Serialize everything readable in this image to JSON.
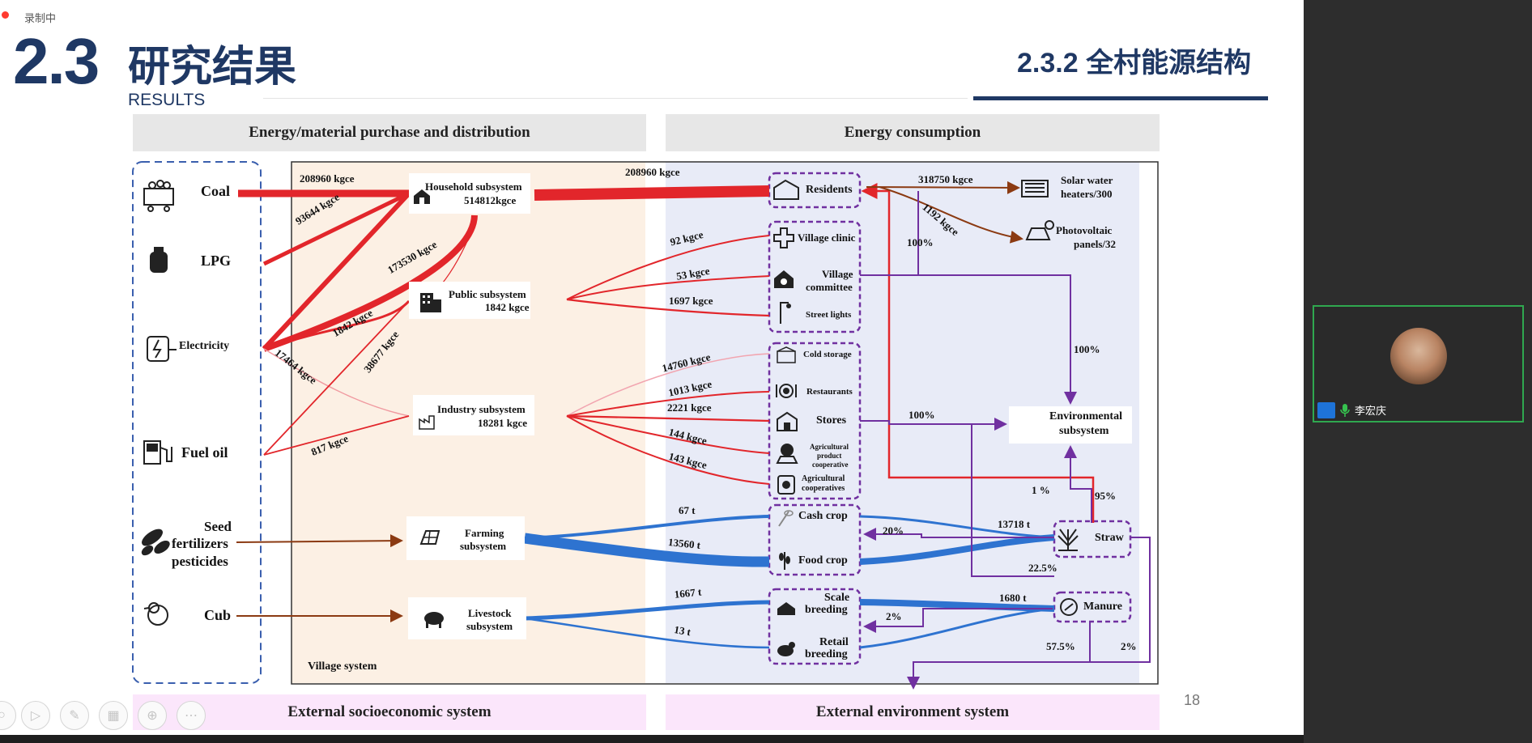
{
  "recorder": {
    "label": "录制中"
  },
  "slide": {
    "section_number": "2.3",
    "section_title": "研究结果",
    "section_subtitle": "RESULTS",
    "subsection_title": "2.3.2 全村能源结构",
    "page_number": "18"
  },
  "diagram": {
    "header_left": "Energy/material purchase and distribution",
    "header_right": "Energy consumption",
    "footer_left": "External socioeconomic system",
    "footer_right": "External environment system",
    "village_label": "Village system",
    "inputs": {
      "coal": "Coal",
      "lpg": "LPG",
      "electricity": "Electricity",
      "fuel_oil": "Fuel oil",
      "seed_l1": "Seed",
      "seed_l2": "fertilizers",
      "seed_l3": "pesticides",
      "cub": "Cub"
    },
    "subsystems": {
      "household_name": "Household subsystem",
      "household_value": "514812kgce",
      "public_name": "Public subsystem",
      "public_value": "1842 kgce",
      "industry_name": "Industry subsystem",
      "industry_value": "18281 kgce",
      "farming_l1": "Farming",
      "farming_l2": "subsystem",
      "livestock_l1": "Livestock",
      "livestock_l2": "subsystem"
    },
    "consumers": {
      "residents": "Residents",
      "village_clinic": "Village clinic",
      "village_committee_l1": "Village",
      "village_committee_l2": "committee",
      "street_lights": "Street lights",
      "cold_storage": "Cold storage",
      "restaurants": "Restaurants",
      "stores": "Stores",
      "agri_product_l1": "Agricultural",
      "agri_product_l2": "product",
      "agri_product_l3": "cooperative",
      "agri_coop_l1": "Agricultural",
      "agri_coop_l2": "cooperatives",
      "cash_crop": "Cash crop",
      "food_crop": "Food crop",
      "scale_l1": "Scale",
      "scale_l2": "breeding",
      "retail_l1": "Retail",
      "retail_l2": "breeding"
    },
    "outputs": {
      "solar_l1": "Solar water",
      "solar_l2": "heaters/300",
      "pv_l1": "Photovoltaic",
      "pv_l2": "panels/32",
      "env_l1": "Environmental",
      "env_l2": "subsystem",
      "straw": "Straw",
      "manure": "Manure"
    },
    "flow_labels": {
      "coal_household": "208960 kgce",
      "lpg_household": "93644 kgce",
      "elec_household": "173530 kgce",
      "elec_public": "1842 kgce",
      "elec_industry": "17464 kgce",
      "fuel_industry": "38677 kgce",
      "fuel_other": "817 kgce",
      "household_residents": "208960 kgce",
      "public_clinic": "92 kgce",
      "public_committee": "53 kgce",
      "public_lights": "1697 kgce",
      "ind_cold": "14760 kgce",
      "ind_rest": "1013 kgce",
      "ind_stores": "2221 kgce",
      "ind_agprod": "144 kgce",
      "ind_agcoop": "143 kgce",
      "farm_cash": "67 t",
      "farm_food": "13560 t",
      "live_scale": "1667 t",
      "live_retail": "13 t",
      "res_solar": "318750 kgce",
      "res_pv": "1192 kgce",
      "res_100a": "100%",
      "res_100b": "100%",
      "stores_100": "100%",
      "straw_13718": "13718 t",
      "straw_20": "20%",
      "straw_225": "22.5%",
      "straw_1": "1 %",
      "straw_95": "95%",
      "manure_1680": "1680 t",
      "manure_2a": "2%",
      "manure_575": "57.5%",
      "manure_2b": "2%"
    },
    "colors": {
      "energy_red": "#e2262b",
      "biomass_blue": "#2e73d0",
      "env_purple": "#7030a0",
      "purchase_brown": "#8b3a12"
    }
  },
  "video": {
    "participant_name": "李宏庆"
  },
  "toolbar": {
    "icons": [
      "circle-icon",
      "play-icon",
      "pen-icon",
      "grid-icon",
      "zoom-icon",
      "more-icon"
    ]
  }
}
